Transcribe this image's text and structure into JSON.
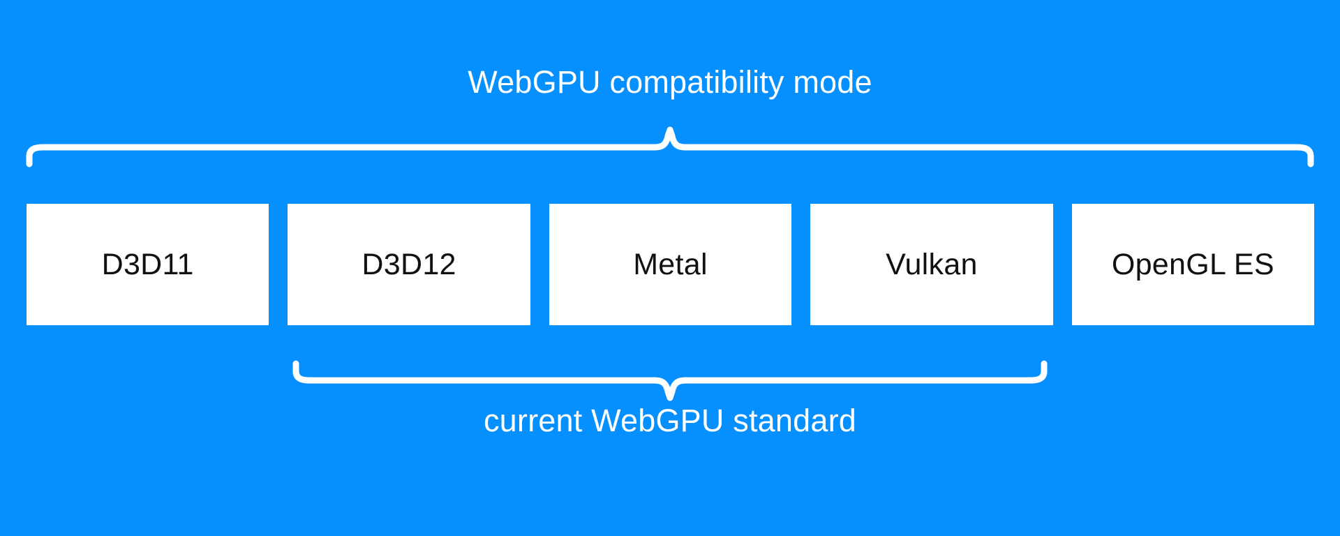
{
  "diagram": {
    "title": "WebGPU compatibility mode",
    "background_color": "#0690ff",
    "box_fill_color": "#ffffff",
    "box_text_color": "#111111",
    "caption_text_color": "#ffffff",
    "brace_color": "#ffffff"
  },
  "top_group": {
    "label": "WebGPU compatibility mode",
    "covers": [
      "D3D11",
      "D3D12",
      "Metal",
      "Vulkan",
      "OpenGL ES"
    ]
  },
  "bottom_group": {
    "label": "current WebGPU standard",
    "covers": [
      "D3D12",
      "Metal",
      "Vulkan"
    ]
  },
  "boxes": [
    {
      "label": "D3D11"
    },
    {
      "label": "D3D12"
    },
    {
      "label": "Metal"
    },
    {
      "label": "Vulkan"
    },
    {
      "label": "OpenGL ES"
    }
  ]
}
